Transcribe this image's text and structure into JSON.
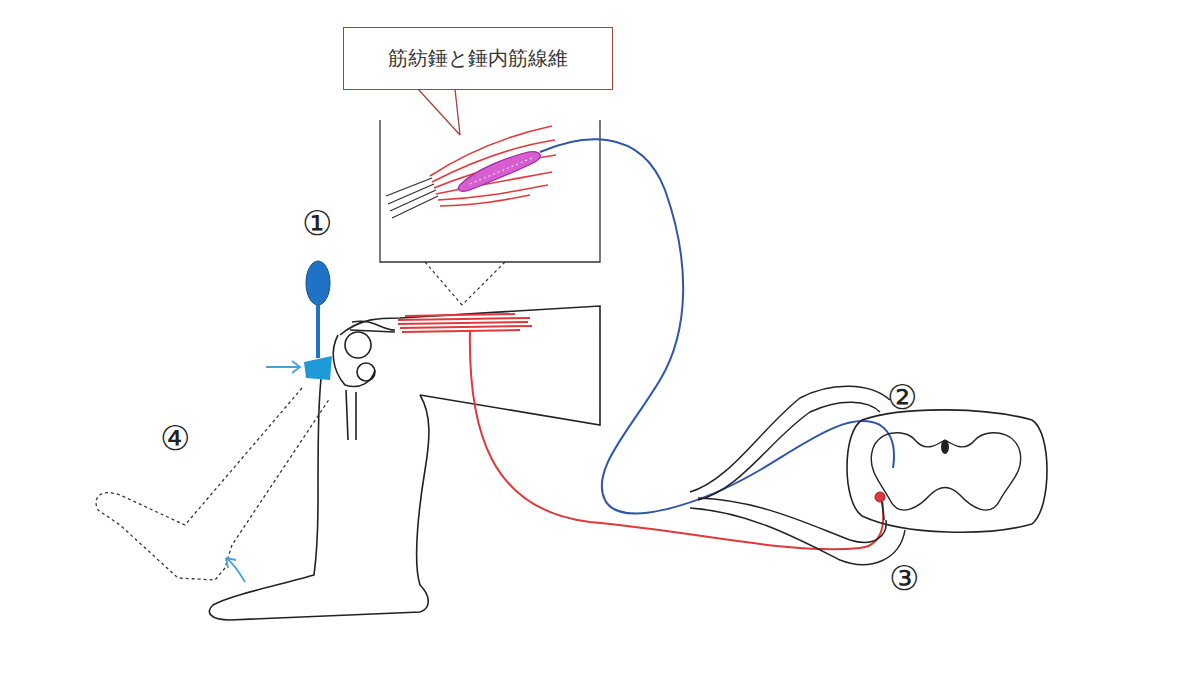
{
  "diagram": {
    "nodes": [
      {
        "text": [
          "筋紡錘と錘内筋線維"
        ]
      }
    ],
    "labels": [
      "①",
      "②",
      "③",
      "④"
    ]
  }
}
